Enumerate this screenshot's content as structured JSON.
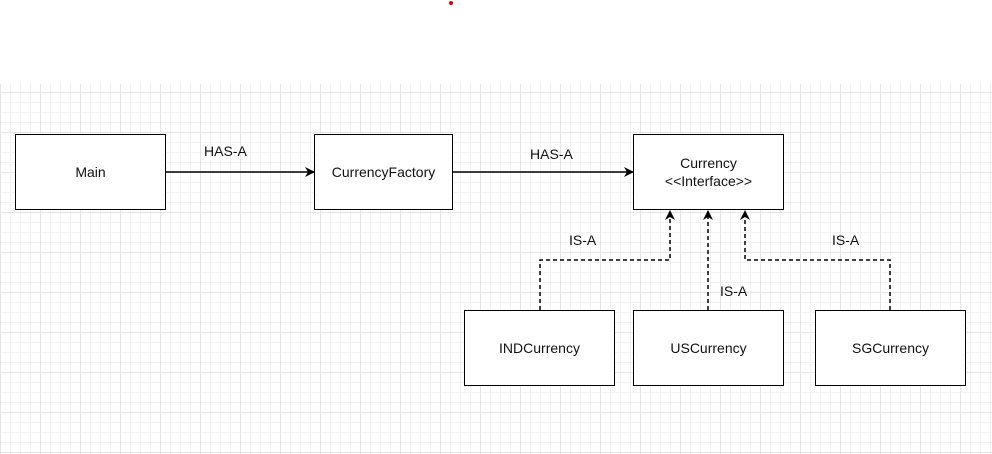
{
  "diagram": {
    "nodes": {
      "main": "Main",
      "currency_factory": "CurrencyFactory",
      "currency_title": "Currency",
      "currency_stereotype": "<<Interface>>",
      "ind_currency": "INDCurrency",
      "us_currency": "USCurrency",
      "sg_currency": "SGCurrency"
    },
    "edges": {
      "main_to_factory": "HAS-A",
      "factory_to_currency": "HAS-A",
      "ind_to_currency": "IS-A",
      "us_to_currency": "IS-A",
      "sg_to_currency": "IS-A"
    }
  },
  "colors": {
    "line": "#000000",
    "grid": "#e4e4e4",
    "marker": "#e00000"
  }
}
